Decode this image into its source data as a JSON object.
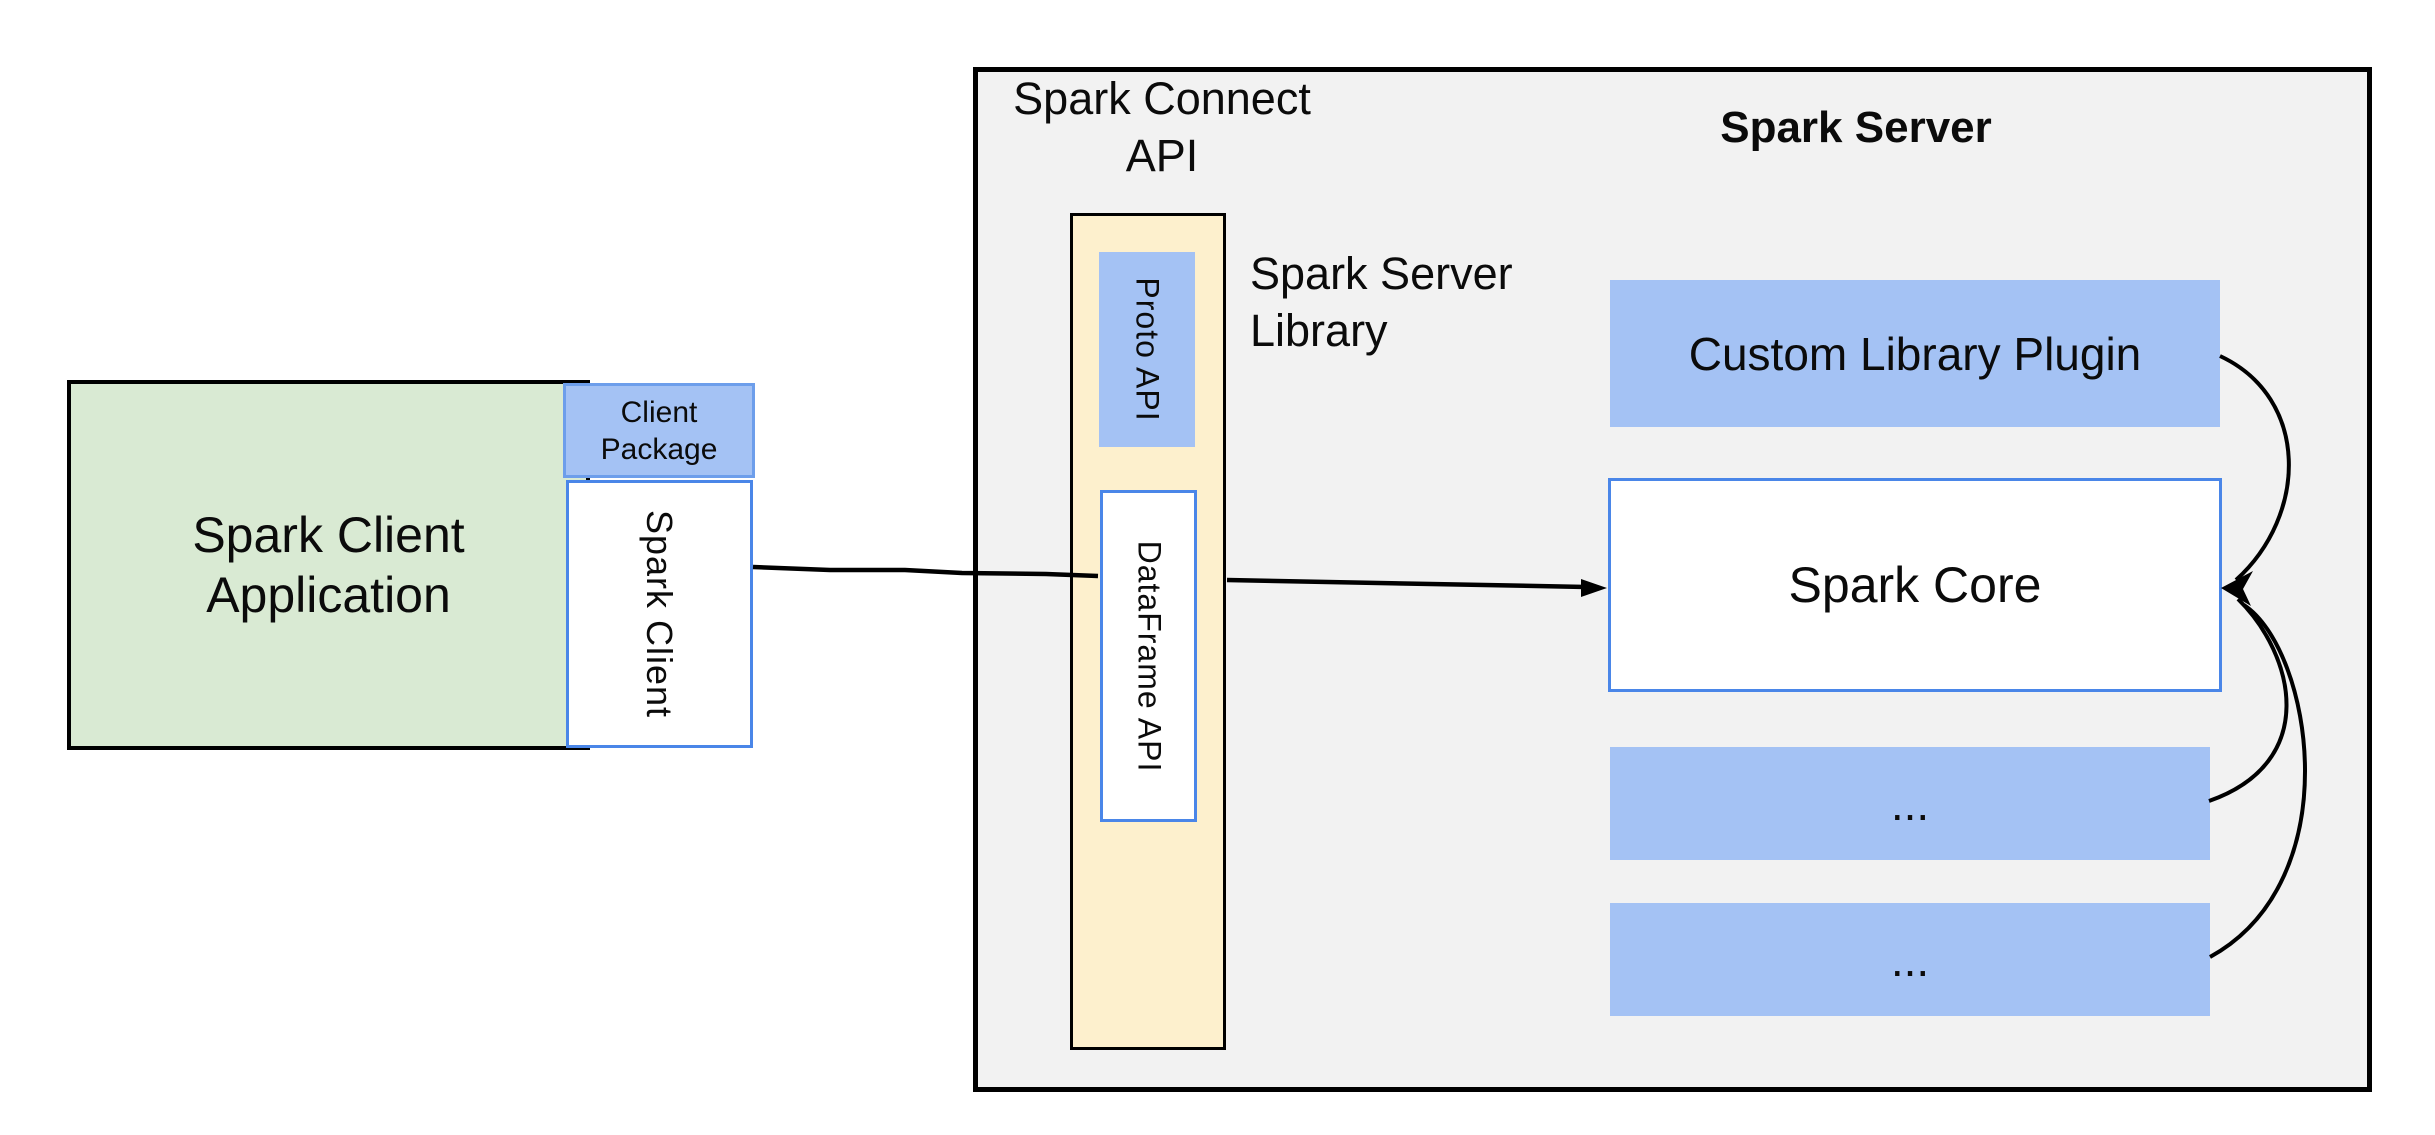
{
  "colors": {
    "green_fill": "#d9ead3",
    "green_border": "#000000",
    "blue_fill": "#a4c2f4",
    "blue_border": "#4a86e8",
    "package_border": "#6d9eeb",
    "yellow_fill": "#fdf0cd",
    "yellow_border": "#000000",
    "server_fill": "#f2f2f2",
    "server_border": "#000000",
    "connector": "#000000",
    "text": "#0b0b0b"
  },
  "client_application": {
    "line1": "Spark Client",
    "line2": "Application"
  },
  "client_package": {
    "line1": "Client",
    "line2": "Package"
  },
  "spark_client": {
    "label": "Spark Client"
  },
  "spark_connect_api": {
    "title_line1": "Spark Connect",
    "title_line2": "API"
  },
  "proto_api": {
    "label": "Proto API"
  },
  "dataframe_api": {
    "label": "DataFrame API"
  },
  "spark_server_library": {
    "line1": "Spark Server",
    "line2": "Library"
  },
  "spark_server": {
    "title": "Spark Server"
  },
  "custom_library_plugin": {
    "label": "Custom Library Plugin"
  },
  "spark_core": {
    "label": "Spark Core"
  },
  "plugin_slot_1": {
    "label": "..."
  },
  "plugin_slot_2": {
    "label": "..."
  }
}
